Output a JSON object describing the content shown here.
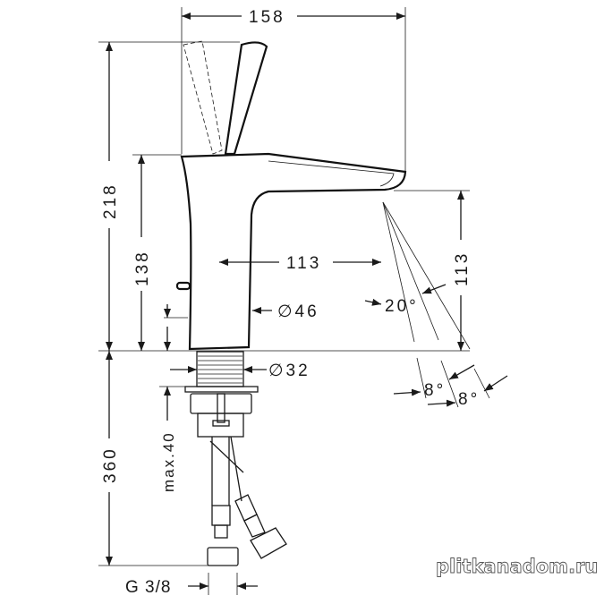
{
  "dimensions": {
    "width_total": "158",
    "height_total": "218",
    "height_body": "138",
    "spout_reach": "113",
    "spout_height": "113",
    "body_diameter": "∅46",
    "shank_diameter": "∅32",
    "spray_angle": "20°",
    "spray_tol_1": "8°",
    "spray_tol_2": "8°",
    "below_deck": "360",
    "max_thickness": "max.40",
    "thread": "G 3/8"
  },
  "watermark": "plitkanadom.ru",
  "colors": {
    "line": "#1a1a1a",
    "background": "#ffffff"
  }
}
